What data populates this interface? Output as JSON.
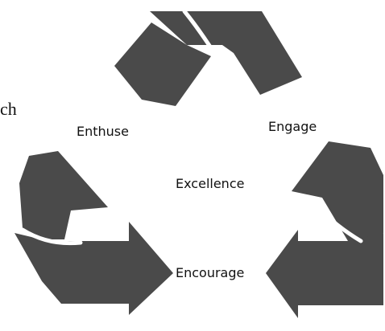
{
  "diagram": {
    "labels": {
      "top_left": "Enthuse",
      "top_right": "Engage",
      "center": "Excellence",
      "bottom": "Encourage"
    },
    "clipped_text": {
      "left_edge": "ch"
    },
    "colors": {
      "arrow": "#4a4a4a",
      "background": "#ffffff",
      "text": "#111111"
    }
  }
}
